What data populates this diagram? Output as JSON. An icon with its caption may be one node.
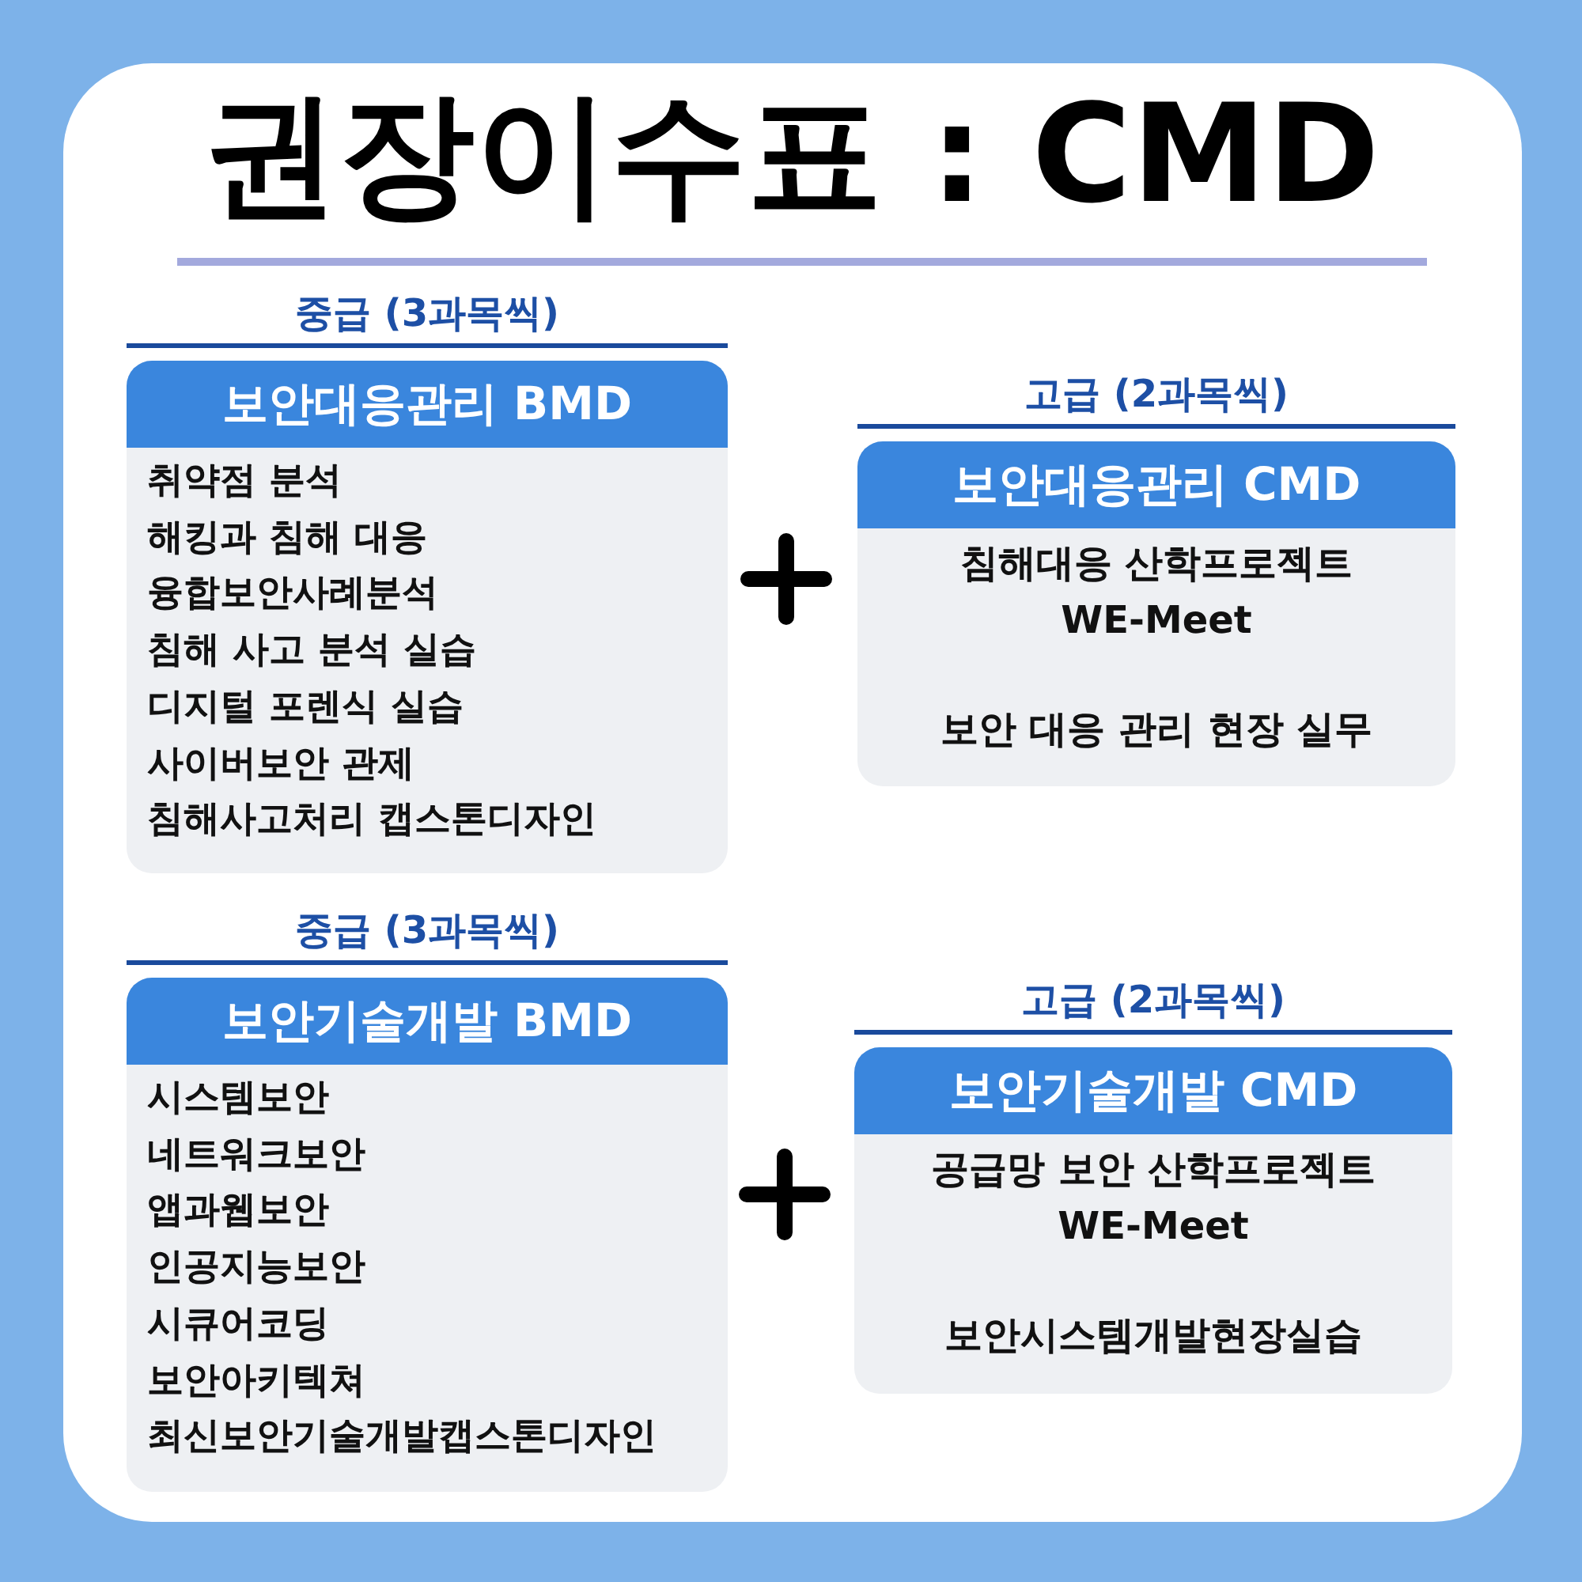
{
  "diagram": {
    "title": "권장이수표 : CMD",
    "nodes": [
      {
        "text": [
          "중급 (3과목씩)",
          "보안대응관리 BMD",
          "취약점 분석",
          "해킹과 침해 대응",
          "융합보안사례분석",
          "침해 사고 분석 실습",
          "디지털 포렌식 실습",
          "사이버보안 관제",
          "침해사고처리 캡스톤디자인"
        ]
      },
      {
        "text": [
          "고급 (2과목씩)",
          "보안대응관리 CMD",
          "침해대응 산학프로젝트 WE-Meet",
          "보안 대응 관리 현장 실무"
        ]
      },
      {
        "text": [
          "중급 (3과목씩)",
          "보안기술개발 BMD",
          "시스템보안",
          "네트워크보안",
          "앱과웹보안",
          "인공지능보안",
          "시큐어코딩",
          "보안아키텍쳐",
          "최신보안기술개발캡스톤디자인"
        ]
      },
      {
        "text": [
          "고급 (2과목씩)",
          "보안기술개발 CMD",
          "공급망 보안 산학프로젝트 WE-Meet",
          "보안시스템개발현장실습"
        ]
      }
    ]
  }
}
